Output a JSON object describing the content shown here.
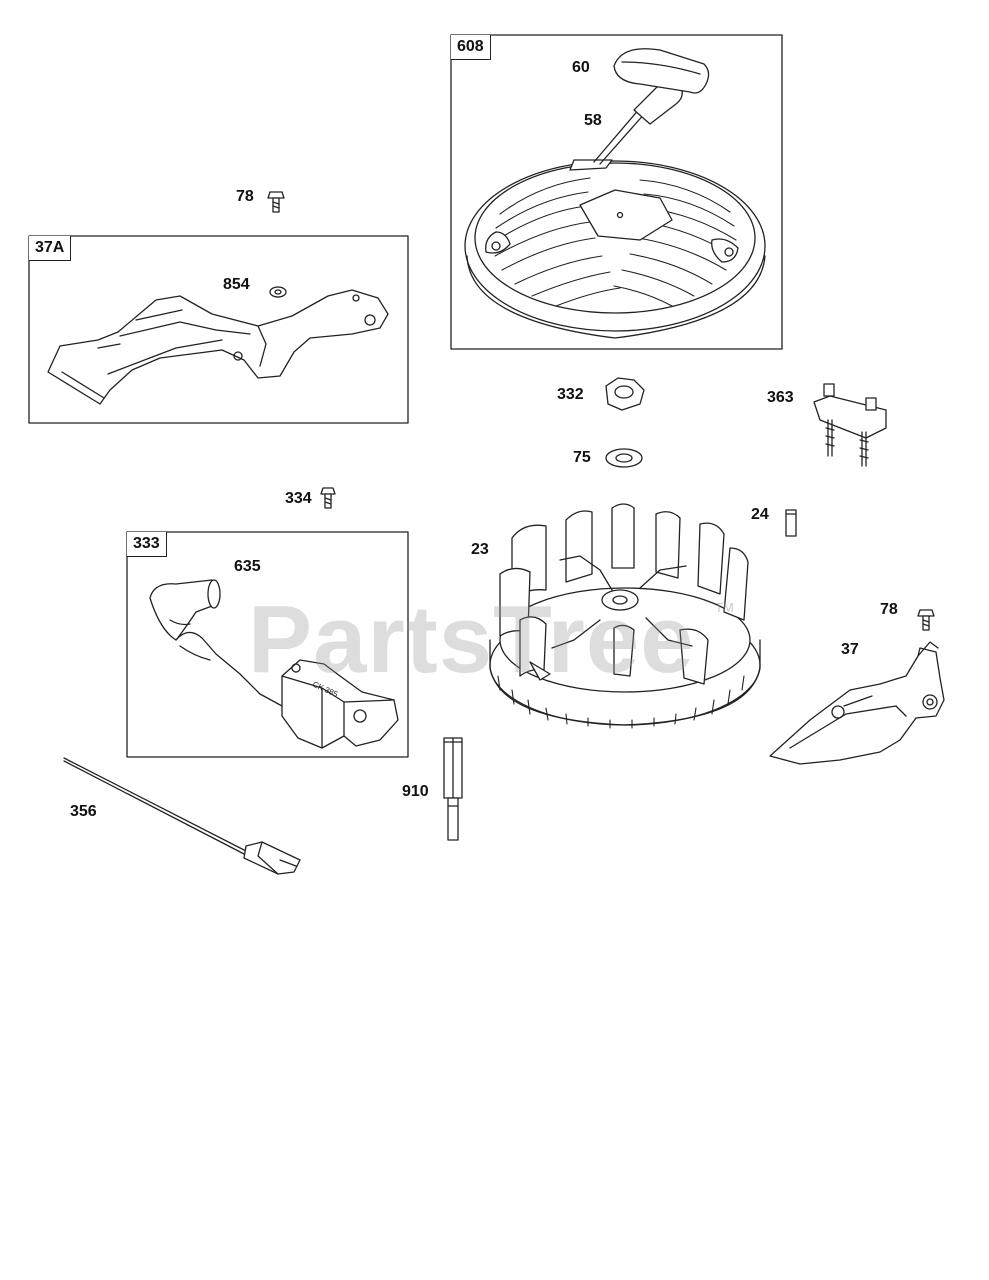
{
  "watermark": {
    "text": "PartsTree",
    "trademark": "TM"
  },
  "groups": [
    {
      "id": "g608",
      "label": "608"
    },
    {
      "id": "g37a",
      "label": "37A"
    },
    {
      "id": "g333",
      "label": "333"
    }
  ],
  "part_labels": [
    {
      "id": "p60",
      "text": "60"
    },
    {
      "id": "p58",
      "text": "58"
    },
    {
      "id": "p78a",
      "text": "78"
    },
    {
      "id": "p854",
      "text": "854"
    },
    {
      "id": "p332",
      "text": "332"
    },
    {
      "id": "p363",
      "text": "363"
    },
    {
      "id": "p75",
      "text": "75"
    },
    {
      "id": "p334",
      "text": "334"
    },
    {
      "id": "p24",
      "text": "24"
    },
    {
      "id": "p23",
      "text": "23"
    },
    {
      "id": "p635",
      "text": "635"
    },
    {
      "id": "p78b",
      "text": "78"
    },
    {
      "id": "p37",
      "text": "37"
    },
    {
      "id": "p910",
      "text": "910"
    },
    {
      "id": "p356",
      "text": "356"
    }
  ],
  "coil_marking": "CK 385"
}
